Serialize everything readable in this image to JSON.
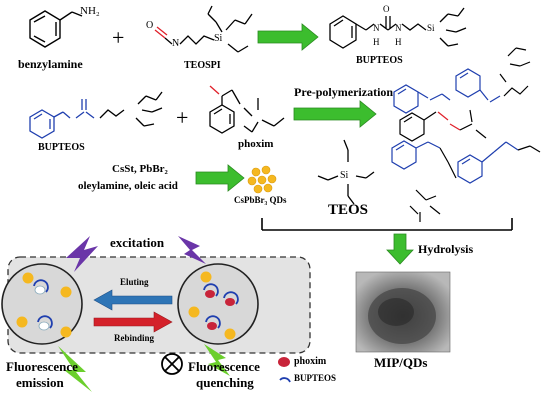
{
  "reaction1": {
    "reagent1": "benzylamine",
    "reagent1_group": "NH₂",
    "plus": "+",
    "reagent2": "TEOSPI",
    "product": "BUPTEOS",
    "product_atoms": {
      "oxygen": "O",
      "nitrogen": "N",
      "hydrogen": "H",
      "silicon": "Si"
    }
  },
  "reaction2": {
    "reagent1": "BUPTEOS",
    "plus": "+",
    "reagent2": "phoxim",
    "step": "Pre-polymerization"
  },
  "qd_synthesis": {
    "reagents_line1": "CsSt, PbBr₂",
    "reagents_line2": "oleylamine, oleic acid",
    "product": "CsPbBr₃ QDs"
  },
  "crosslinker": {
    "name": "TEOS",
    "atoms": "Si"
  },
  "hydrolysis": {
    "label": "Hydrolysis"
  },
  "tem": {
    "label": "MIP/QDs"
  },
  "mechanism": {
    "excitation": "excitation",
    "eluting": "Eluting",
    "rebinding": "Rebinding",
    "left_state_line1": "Fluorescence",
    "left_state_line2": "emission",
    "right_state_line1": "Fluorescence",
    "right_state_line2": "quenching"
  },
  "legend": {
    "item1": "phoxim",
    "item2": "BUPTEOS"
  },
  "colors": {
    "green_arrow": "#3cbd2e",
    "red_arrow": "#d4212a",
    "blue_arrow": "#2e75b6",
    "purple_bolt": "#6a35a8",
    "qd_yellow": "#f5b820",
    "phoxim_red": "#c8243a",
    "bupteos_blue": "#1f3faf",
    "chem_red": "#e0202a"
  }
}
